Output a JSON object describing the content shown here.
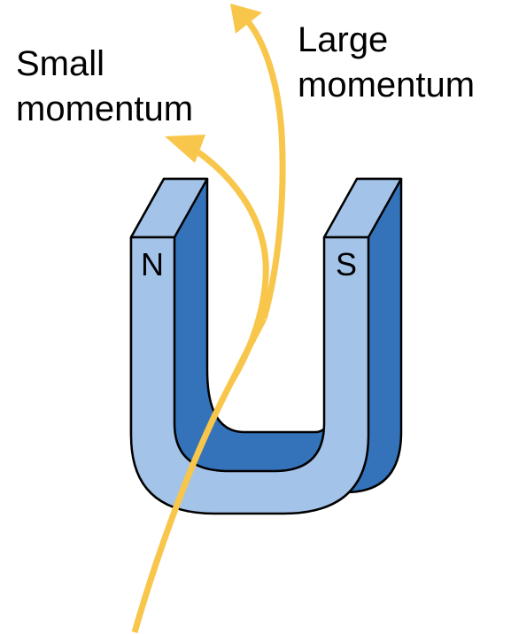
{
  "labels": {
    "small_momentum_line1": "Small",
    "small_momentum_line2": "momentum",
    "large_momentum_line1": "Large",
    "large_momentum_line2": "momentum",
    "north_pole": "N",
    "south_pole": "S"
  },
  "colors": {
    "magnet_front": "#a3c3e9",
    "magnet_side": "#3473ba",
    "trajectory": "#f8c64a",
    "outline": "#000000",
    "text": "#000000"
  },
  "icons": {
    "magnet": "horseshoe-magnet-icon",
    "arrowhead": "arrowhead-icon"
  }
}
